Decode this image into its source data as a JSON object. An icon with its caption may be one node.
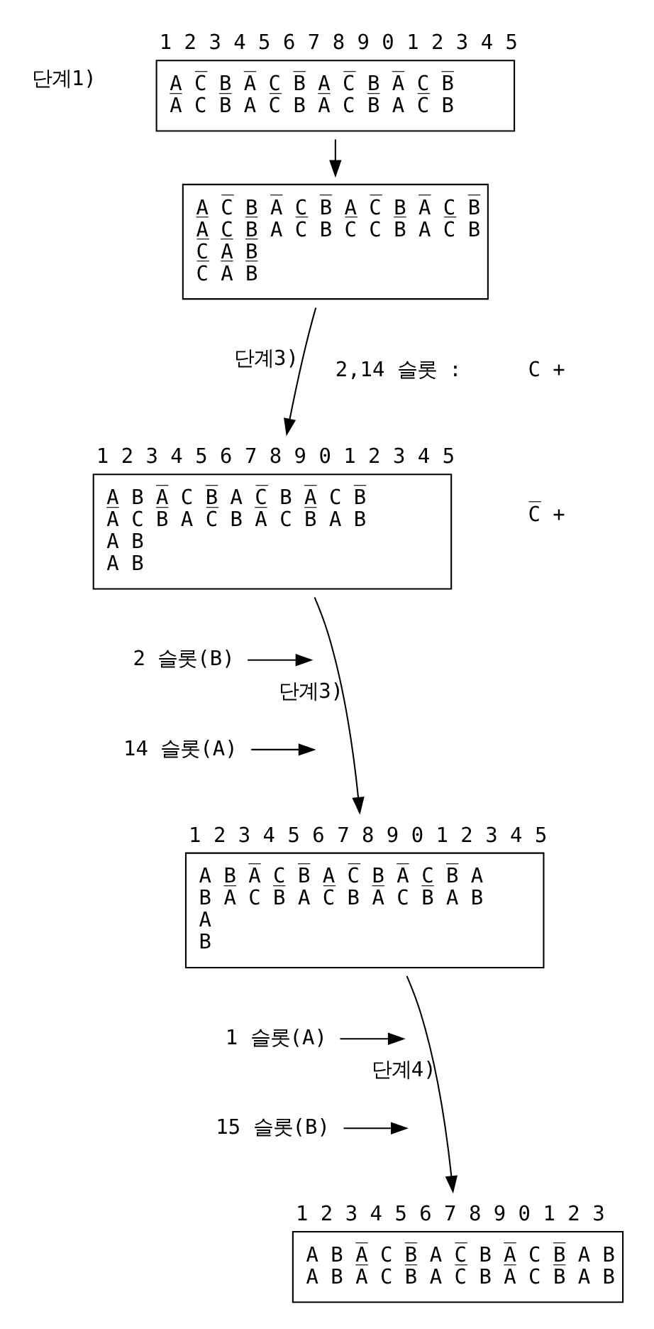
{
  "diagram": {
    "nodes": [
      {
        "text": [
          "A C̅ B A̅ C B̅ A C̅ B A̅ C B̅",
          "A̅ C B̅ A C̅ B A̅ C B̅ A C̅ B"
        ],
        "beside": [
          "1 2 3 4 5 6 7 8 9 0 1 2 3 4 5"
        ]
      },
      {
        "text": [
          "A C̅ B A̅ C B̅ A C̅ B A̅ C B̅",
          "A̅ C B̅ A C̅ B C̅ C B̅ A C̅ B",
          "C̅ A̅ B̅",
          "C̅ A̅ B̅"
        ]
      },
      {
        "text": [
          "A B A̅ C B̅ A C̅ B A̅ C B̅",
          "A̅ C B̅ A C̅ B A̅ C B̅ A B",
          "A B",
          "A B"
        ],
        "beside": [
          "1 2 3 4 5 6 7 8 9 0 1 2 3 4 5"
        ]
      },
      {
        "text": [
          "2 슬롯(B)"
        ]
      },
      {
        "text": [
          "14 슬롯(A)"
        ]
      },
      {
        "text": [
          "A B A̅ C B̅ A C̅ B A̅ C B̅ A",
          "B A̅ C B̅ A C̅ B A̅ C B̅ A B",
          "A",
          "B"
        ],
        "beside": [
          "1 2 3 4 5 6 7 8 9 0 1 2 3 4 5"
        ]
      },
      {
        "text": [
          "1 슬롯(A)"
        ]
      },
      {
        "text": [
          "15 슬롯(B)"
        ]
      },
      {
        "text": [
          "A B A̅ C B̅ A C̅ B A̅ C B̅ A B",
          "A B A̅ C B̅ A C̅ B A̅ C B̅ A B"
        ],
        "beside": [
          "1 2 3 4 5 6 7 8 9 0 1 2 3"
        ]
      }
    ],
    "edges": [
      {
        "from": 0,
        "to": 1,
        "arrow": "to"
      },
      {
        "from": 1,
        "to": 2,
        "arrow": "to",
        "label": "단계3)"
      },
      {
        "from": 2,
        "to": 5,
        "arrow": "to",
        "label": "단계3)"
      },
      {
        "from": 5,
        "to": 8,
        "arrow": "to",
        "label": "단계4)"
      },
      {
        "from": 3,
        "to": null,
        "arrow": "to"
      },
      {
        "from": 4,
        "to": null,
        "arrow": "to"
      },
      {
        "from": 6,
        "to": null,
        "arrow": "to"
      },
      {
        "from": 7,
        "to": null,
        "arrow": "to"
      }
    ],
    "labels": [
      "단계1)",
      "2,14 슬롯 :",
      "C +",
      "C̅ +"
    ]
  }
}
